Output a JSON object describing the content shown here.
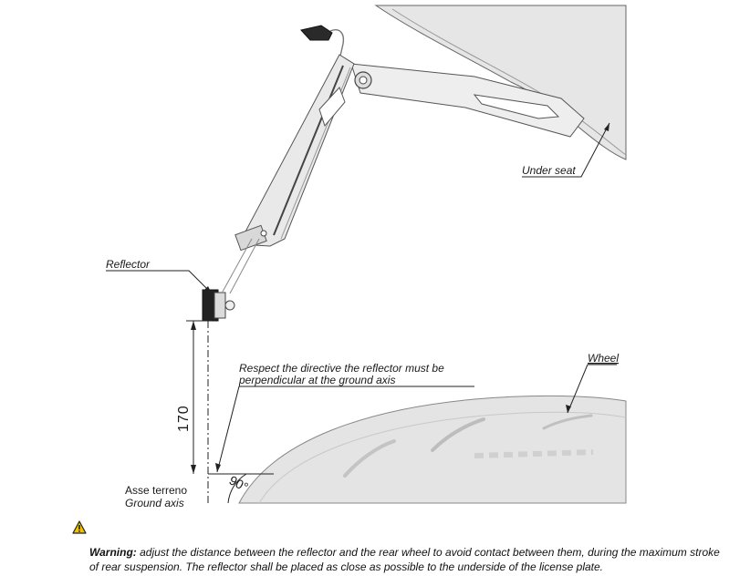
{
  "labels": {
    "under_seat": "Under seat",
    "reflector": "Reflector",
    "wheel": "Wheel",
    "directive_line1": "Respect the directive the reflector must be",
    "directive_line2": "perpendicular at the ground axis",
    "dimension": "170",
    "angle": "90°",
    "ground_axis_it": "Asse terreno",
    "ground_axis_en": "Ground axis"
  },
  "warning": {
    "icon": "warning-triangle-icon",
    "title": "Warning:",
    "text": " adjust the distance between the reflector and the rear wheel to avoid contact between them, during the maximum stroke of rear suspension. The reflector shall be placed as close as possible to the underside of the license plate."
  },
  "colors": {
    "part_fill": "#ececec",
    "part_stroke": "#555555",
    "wheel_fill": "#e4e4e4",
    "warning_yellow": "#f2c200"
  }
}
